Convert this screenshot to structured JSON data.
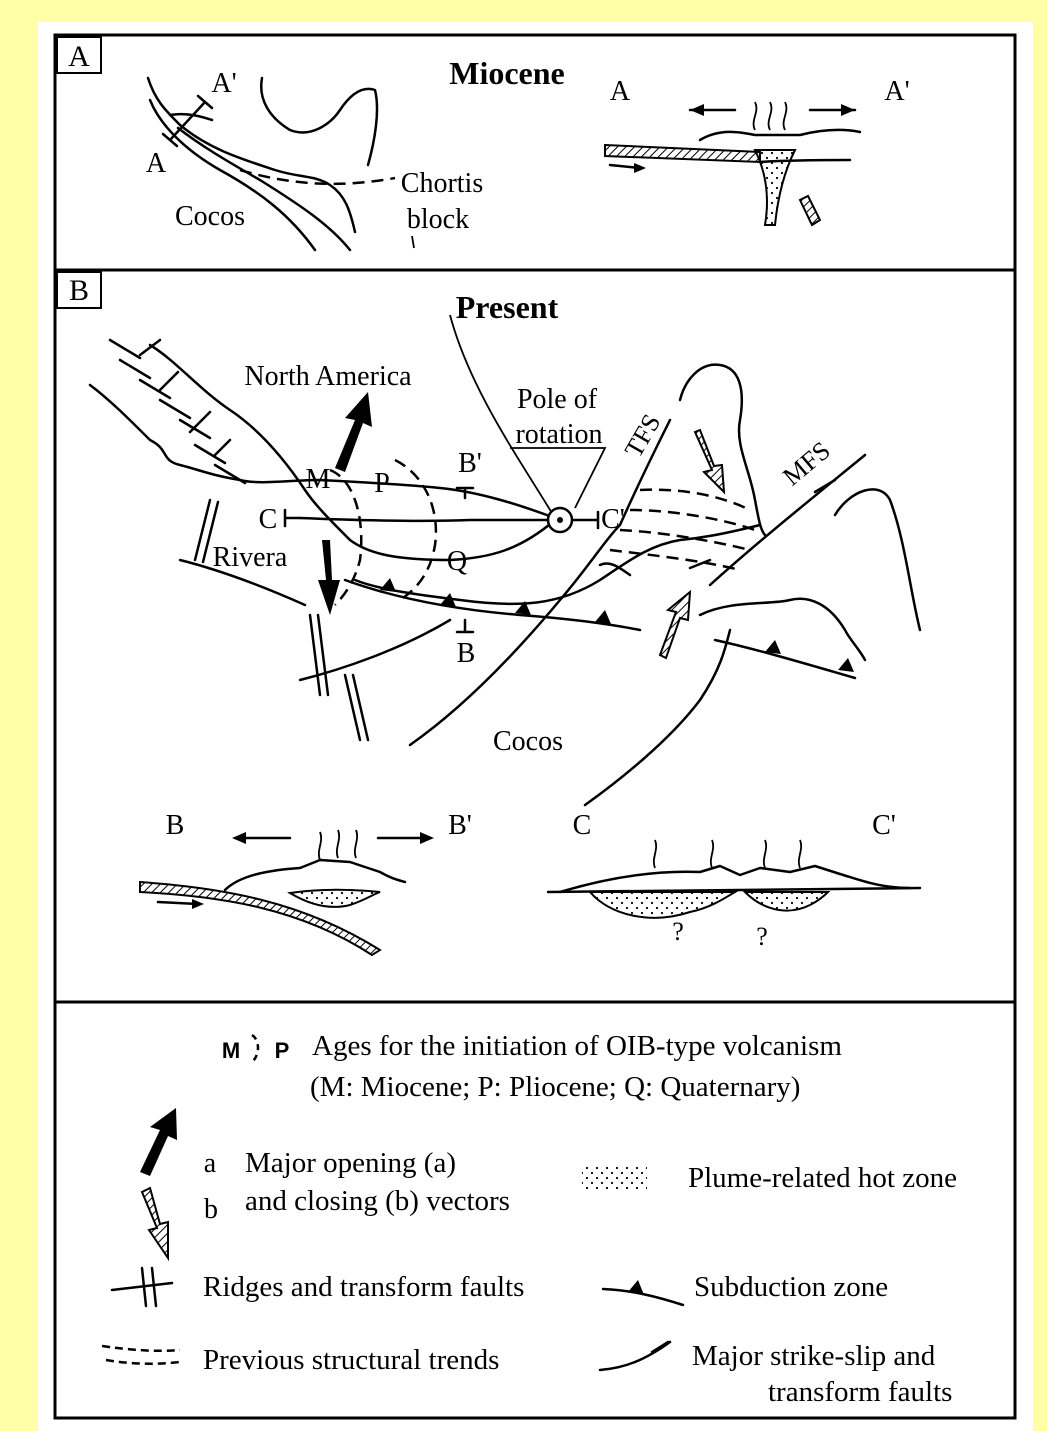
{
  "panel_a": {
    "tag": "A",
    "title": "Miocene",
    "labels": {
      "a_prime": "A'",
      "a": "A",
      "cocos": "Cocos",
      "chortis": "Chortis",
      "block": "block"
    },
    "section_left": "A",
    "section_right": "A'"
  },
  "panel_b": {
    "tag": "B",
    "title": "Present",
    "labels": {
      "north_america": "North America",
      "pole_1": "Pole of",
      "pole_2": "rotation",
      "tfs": "TFS",
      "mfs": "MFS",
      "m": "M",
      "p": "P",
      "q": "Q",
      "b_prime": "B'",
      "b": "B",
      "c": "C",
      "c_prime": "C'",
      "rivera": "Rivera",
      "cocos": "Cocos"
    },
    "section_b_left": "B",
    "section_b_right": "B'",
    "section_c_left": "C",
    "section_c_right": "C'",
    "question": "?"
  },
  "legend": {
    "ages_symbol_m": "M",
    "ages_symbol_p": "P",
    "ages_line1": "Ages for the initiation of OIB-type volcanism",
    "ages_line2": "(M: Miocene; P: Pliocene; Q: Quaternary)",
    "vec_a": "a",
    "vec_b": "b",
    "vec_line1": "Major opening (a)",
    "vec_line2": "and closing (b) vectors",
    "plume": "Plume-related hot zone",
    "ridges": "Ridges and transform faults",
    "subduction": "Subduction zone",
    "previous": "Previous structural trends",
    "strike_slip_1": "Major strike-slip and",
    "strike_slip_2": "transform faults"
  },
  "colors": {
    "background": "#ffffa8",
    "panel": "#ffffff",
    "ink": "#000000"
  }
}
